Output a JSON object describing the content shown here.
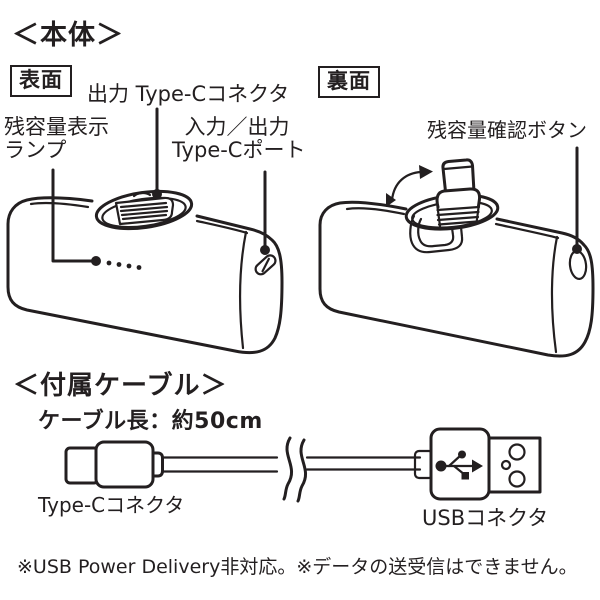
{
  "colors": {
    "ink": "#231f20",
    "background": "#ffffff"
  },
  "body_section": {
    "heading": "＜本体＞",
    "front_tag": "表面",
    "back_tag": "裏面",
    "output_connector_label": "出力 Type-Cコネクタ",
    "lamp_label_line1": "残容量表示",
    "lamp_label_line2": "ランプ",
    "port_label_line1": "入力／出力",
    "port_label_line2": "Type-Cポート",
    "check_button_label": "残容量確認ボタン"
  },
  "cable_section": {
    "heading": "＜付属ケーブル＞",
    "length_label": "ケーブル長：約50cm",
    "typec_label": "Type-Cコネクタ",
    "usb_label": "USBコネクタ"
  },
  "footnote": "※USB Power Delivery非対応。※データの送受信はできません。",
  "icons": {
    "usb_trident_icon": "USB trident symbol (dot, branch circle, branch square, arrow)",
    "flip_arrow_icon": "curved double-headed arrow showing connector rotation"
  }
}
